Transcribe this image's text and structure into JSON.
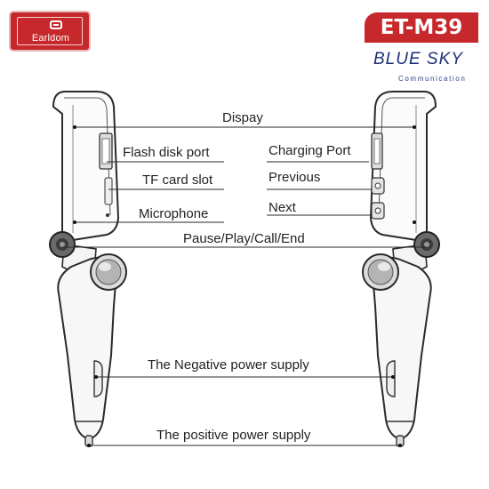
{
  "brand": {
    "logo_text": "Earldom",
    "model": "ET-M39",
    "accent_color": "#c6282b"
  },
  "watermark": {
    "title": "BLUE SKY",
    "subtitle": "Communication",
    "color": "#1b2e7a"
  },
  "labels": {
    "display": "Dispay",
    "flash_disk_port": "Flash disk port",
    "charging_port": "Charging Port",
    "tf_card_slot": "TF card slot",
    "previous": "Previous",
    "microphone": "Microphone",
    "next": "Next",
    "pause_play": "Pause/Play/Call/End",
    "negative": "The  Negative power supply",
    "positive": "The positive power supply"
  }
}
